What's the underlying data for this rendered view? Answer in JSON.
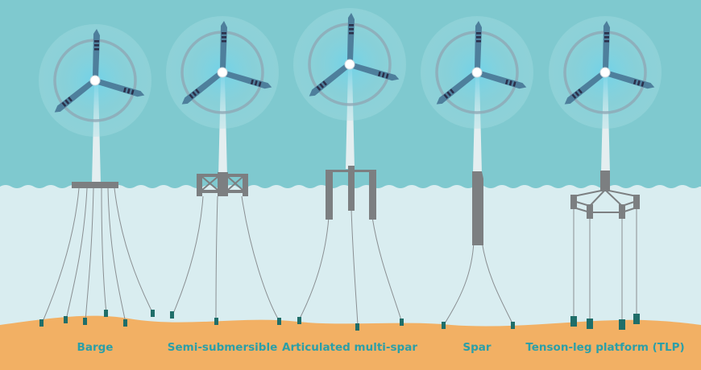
{
  "labels": {
    "barge": "Barge",
    "semi_submersible": "Semi-submersible",
    "articulated_multi_spar": "Articulated multi-spar",
    "spar": "Spar",
    "tension_leg_platform": "Tenson-leg platform (TLP)"
  },
  "colors": {
    "sky": "#7fc9cf",
    "water": "#d9edf0",
    "seabed": "#f2b064",
    "platform": "#7c7f81",
    "tower": "#e4eef0",
    "blade": "#3d6e8c",
    "blade_stripe": "#2b2f4a",
    "anchor": "#1f6e69",
    "label": "#2b9fa8"
  }
}
